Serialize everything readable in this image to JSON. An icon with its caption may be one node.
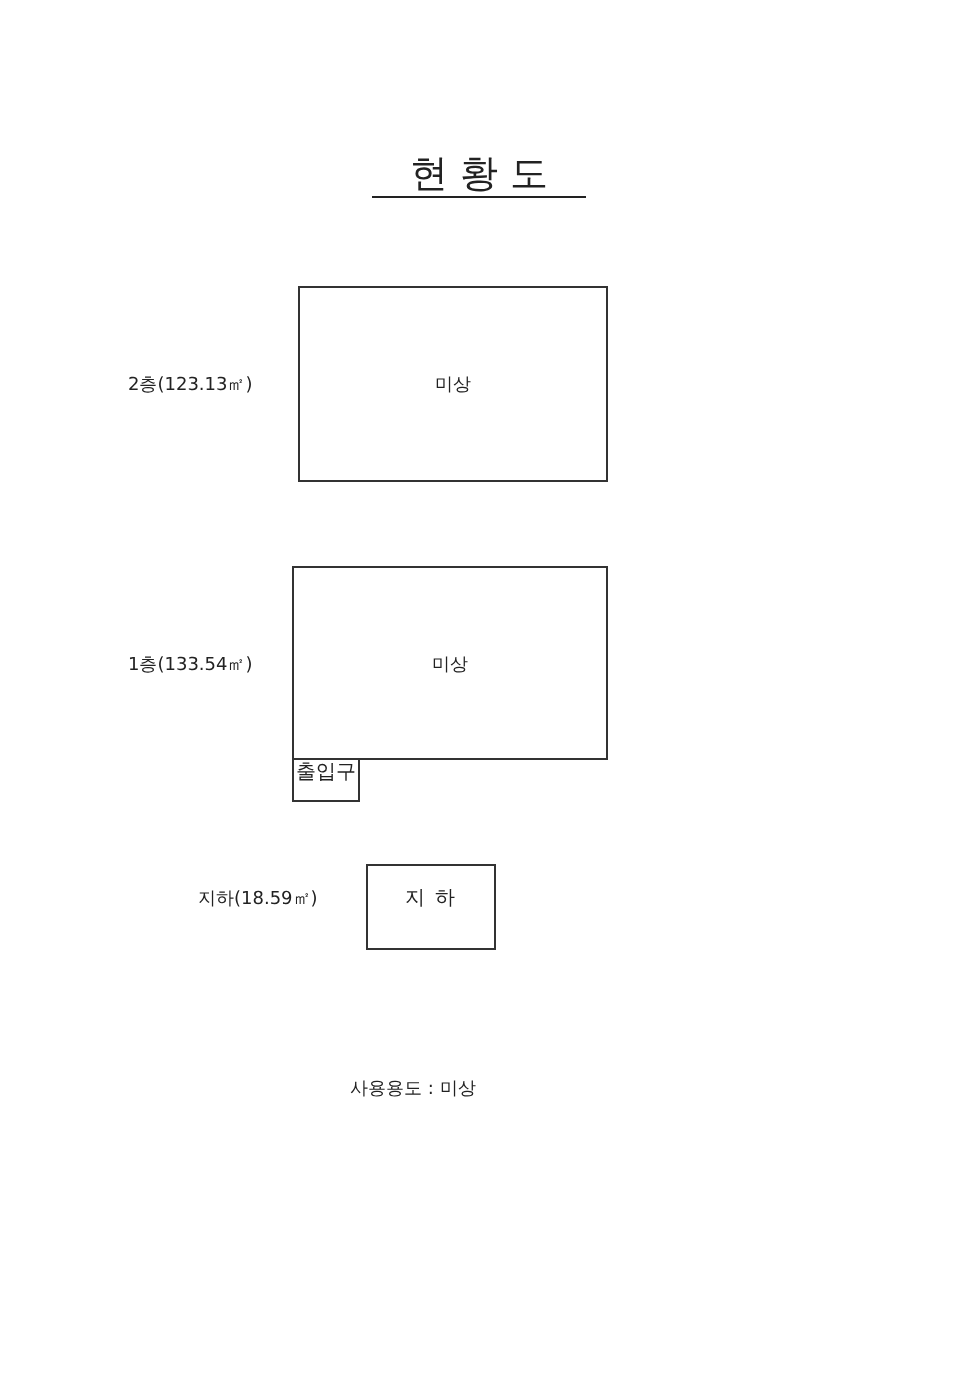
{
  "diagram": {
    "title": "현 황 도",
    "nodes": [
      {
        "text": [
          "미상"
        ],
        "beside": [
          "2층(123.13㎡)"
        ]
      },
      {
        "text": [
          "미상"
        ],
        "beside": [
          "1층(133.54㎡)"
        ]
      },
      {
        "text": [
          "출입구"
        ]
      },
      {
        "text": [
          "지 하"
        ],
        "beside": [
          "지하(18.59㎡)"
        ]
      }
    ],
    "labels": [
      "사용용도 : 미상"
    ]
  }
}
